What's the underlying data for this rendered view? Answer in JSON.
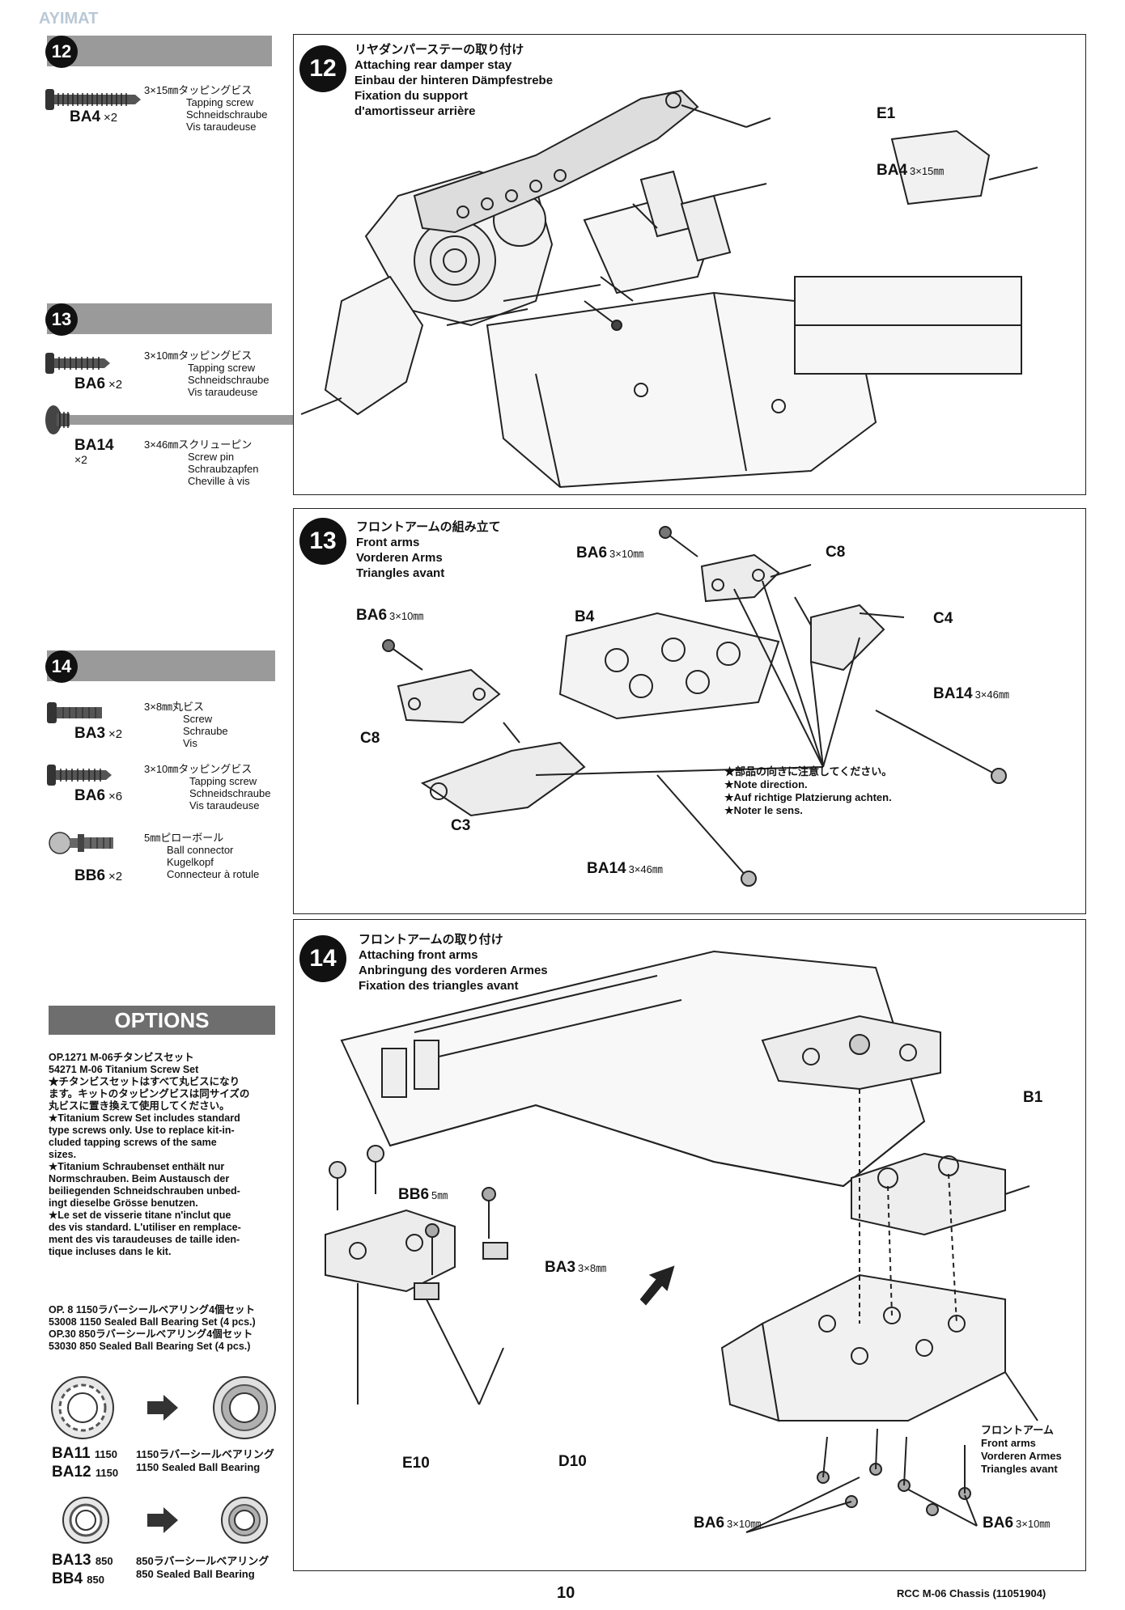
{
  "header": {
    "faded_brand": "AYIMAT"
  },
  "sidebar": {
    "step12": {
      "num": "12",
      "parts": [
        {
          "code": "BA4",
          "qty": "×2",
          "jp": "3×15㎜タッピングビス",
          "en": "Tapping screw",
          "de": "Schneidschraube",
          "fr": "Vis taraudeuse"
        }
      ]
    },
    "step13": {
      "num": "13",
      "parts": [
        {
          "code": "BA6",
          "qty": "×2",
          "jp": "3×10㎜タッピングビス",
          "en": "Tapping screw",
          "de": "Schneidschraube",
          "fr": "Vis taraudeuse"
        },
        {
          "code": "BA14",
          "qty": "×2",
          "jp": "3×46㎜スクリューピン",
          "en": "Screw pin",
          "de": "Schraubzapfen",
          "fr": "Cheville à vis"
        }
      ]
    },
    "step14": {
      "num": "14",
      "parts": [
        {
          "code": "BA3",
          "qty": "×2",
          "jp": "3×8㎜丸ビス",
          "en": "Screw",
          "de": "Schraube",
          "fr": "Vis"
        },
        {
          "code": "BA6",
          "qty": "×6",
          "jp": "3×10㎜タッピングビス",
          "en": "Tapping screw",
          "de": "Schneidschraube",
          "fr": "Vis taraudeuse"
        },
        {
          "code": "BB6",
          "qty": "×2",
          "jp": "5㎜ピローボール",
          "en": "Ball connector",
          "de": "Kugelkopf",
          "fr": "Connecteur à rotule"
        }
      ]
    }
  },
  "options": {
    "heading": "OPTIONS",
    "item1_line1": "OP.1271 M-06チタンビスセット",
    "item1_line2": "54271 M-06 Titanium Screw Set",
    "jp_note_1": "★チタンビスセットはすべて丸ビスになり",
    "jp_note_2": "ます。キットのタッピングビスは同サイズの",
    "jp_note_3": "丸ビスに置き換えて使用してください。",
    "en_note_1": "★Titanium Screw Set includes standard",
    "en_note_2": "type screws only. Use to replace kit-in-",
    "en_note_3": "cluded tapping screws of the same",
    "en_note_4": "sizes.",
    "de_note_1": "★Titanium Schraubenset enthält nur",
    "de_note_2": "Normschrauben. Beim Austausch der",
    "de_note_3": "beiliegenden Schneidschrauben unbed-",
    "de_note_4": "ingt dieselbe Grösse benutzen.",
    "fr_note_1": "★Le set de visserie titane n'inclut que",
    "fr_note_2": "des vis standard. L'utiliser en remplace-",
    "fr_note_3": "ment des vis taraudeuses de taille iden-",
    "fr_note_4": "tique incluses dans le kit.",
    "bearing1_jp": "OP. 8 1150ラバーシールベアリング4個セット",
    "bearing1_en": "53008 1150 Sealed Ball Bearing Set (4 pcs.)",
    "bearing2_jp": "OP.30 850ラバーシールベアリング4個セット",
    "bearing2_en": "53030 850 Sealed Ball Bearing Set (4 pcs.)",
    "row1_code_a": "BA11",
    "row1_size_a": "1150",
    "row1_code_b": "BA12",
    "row1_size_b": "1150",
    "row1_desc_jp": "1150ラバーシールベアリング",
    "row1_desc_en": "1150 Sealed Ball Bearing",
    "row2_code_a": "BA13",
    "row2_size_a": "850",
    "row2_code_b": "BB4",
    "row2_size_b": "850",
    "row2_desc_jp": "850ラバーシールベアリング",
    "row2_desc_en": "850 Sealed Ball Bearing"
  },
  "panels": {
    "p12": {
      "num": "12",
      "jp": "リヤダンパーステーの取り付け",
      "en": "Attaching rear damper stay",
      "de": "Einbau der hinteren Dämpfestrebe",
      "fr1": "Fixation du support",
      "fr2": "d'amortisseur arrière",
      "label_e1": "E1",
      "label_ba4": "BA4",
      "label_ba4_size": "3×15㎜"
    },
    "p13": {
      "num": "13",
      "jp": "フロントアームの組み立て",
      "en": "Front arms",
      "de": "Vorderen Arms",
      "fr": "Triangles avant",
      "ba6_top": "BA6",
      "ba6_top_size": "3×10㎜",
      "c8_top": "C8",
      "ba6_left": "BA6",
      "ba6_left_size": "3×10㎜",
      "b4": "B4",
      "c4": "C4",
      "ba14_right": "BA14",
      "ba14_right_size": "3×46㎜",
      "c8_left": "C8",
      "c3": "C3",
      "ba14_bottom": "BA14",
      "ba14_bottom_size": "3×46㎜",
      "note_jp": "★部品の向きに注意してください。",
      "note_en": "★Note direction.",
      "note_de": "★Auf richtige Platzierung achten.",
      "note_fr": "★Noter le sens."
    },
    "p14": {
      "num": "14",
      "jp": "フロントアームの取り付け",
      "en": "Attaching front arms",
      "de": "Anbringung des vorderen Armes",
      "fr": "Fixation des triangles avant",
      "b1": "B1",
      "bb6": "BB6",
      "bb6_size": "5㎜",
      "ba3": "BA3",
      "ba3_size": "3×8㎜",
      "e10": "E10",
      "d10": "D10",
      "arm_jp": "フロントアーム",
      "arm_en": "Front arms",
      "arm_de": "Vorderen Armes",
      "arm_fr": "Triangles avant",
      "ba6_left": "BA6",
      "ba6_left_size": "3×10㎜",
      "ba6_right": "BA6",
      "ba6_right_size": "3×10㎜"
    }
  },
  "footer": {
    "page_number": "10",
    "doc_title": "RCC M-06 Chassis (11051904)"
  }
}
